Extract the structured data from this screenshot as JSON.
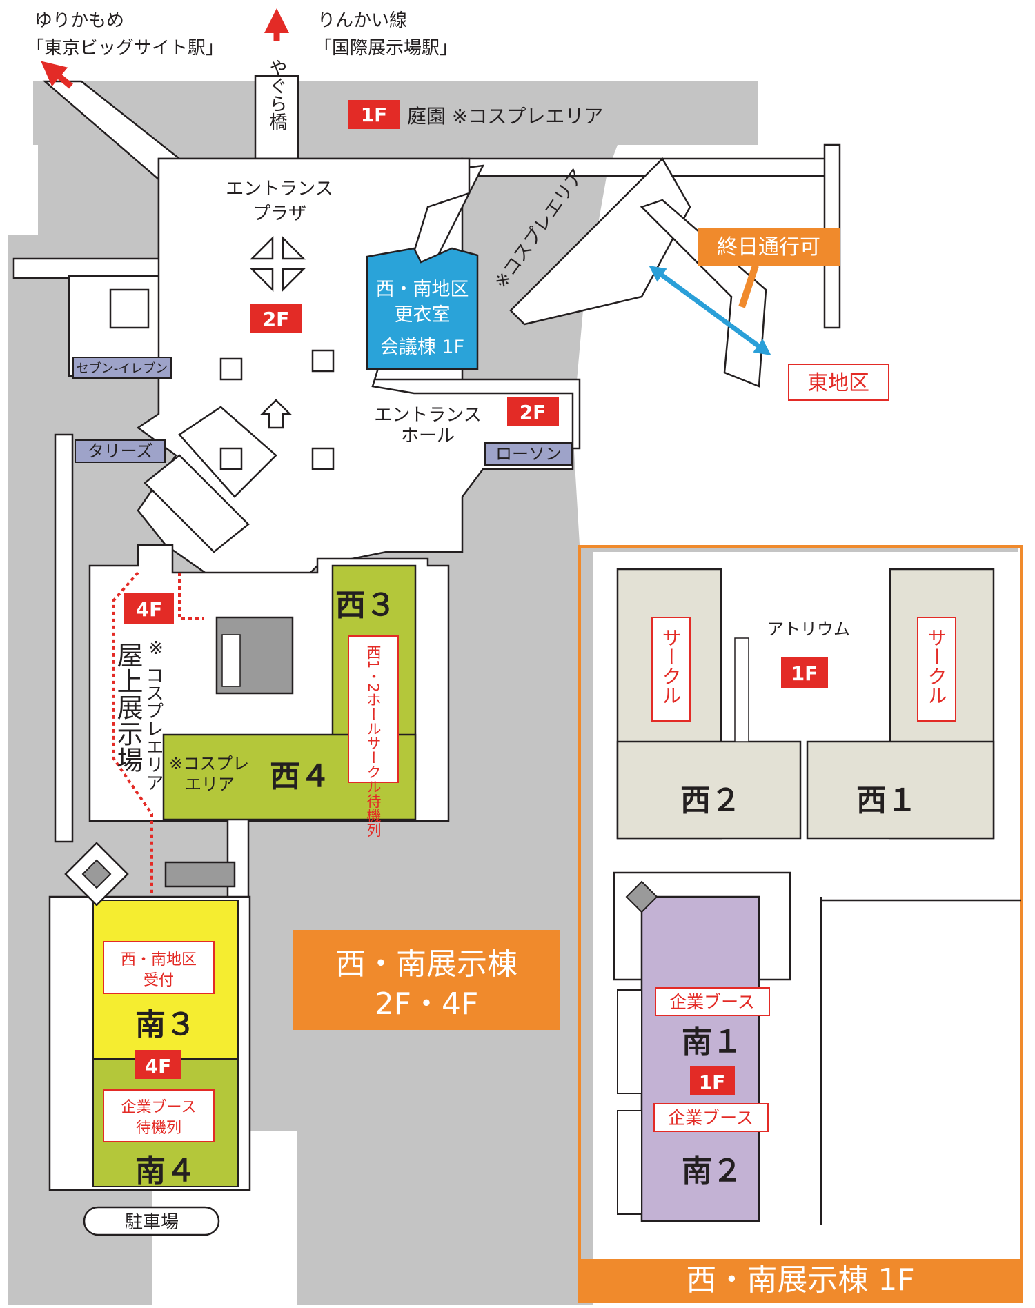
{
  "colors": {
    "outdoor_gray": "#c4c4c4",
    "walkway": "#ffffff",
    "building_outline": "#231f20",
    "floor_badge_red": "#e32b26",
    "meeting_blue": "#2aa3d9",
    "hall_green": "#b4c73a",
    "hall_yellow": "#f5ed30",
    "hall_purple": "#c3b2d4",
    "hall_beige": "#e3e1d5",
    "store_lavender": "#9ea3c9",
    "orange": "#f08a2c",
    "arrow_red": "#e32b26",
    "arrow_blue": "#2a9fd8"
  },
  "top_labels": {
    "yurikamome_line": "ゆりかもめ",
    "yurikamome_station": "「東京ビッグサイト駅」",
    "rinkai_line": "りんかい線",
    "rinkai_station": "「国際展示場駅」",
    "yagura_bridge": "やぐら橋"
  },
  "garden": {
    "floor": "1F",
    "label": "庭園 ※コスプレエリア"
  },
  "plaza": {
    "line1": "エントランス",
    "line2": "プラザ",
    "floor": "2F"
  },
  "cosplay_diagonal": "※コスプレエリア",
  "meeting": {
    "line1": "西・南地区",
    "line2": "更衣室",
    "line3": "会議棟 1F"
  },
  "all_day": "終日通行可",
  "east_area": "東地区",
  "stores": {
    "seven": "セブン-イレブン",
    "tullys": "タリーズ",
    "lawson": "ローソン"
  },
  "hall": {
    "line1": "エントランス",
    "line2": "ホール",
    "floor": "2F"
  },
  "rooftop": {
    "floor": "4F",
    "cos_mark": "※",
    "cos_label": "コスプレエリア",
    "name": "屋上展示場"
  },
  "west3": {
    "name": "西３",
    "queue": "西1・2ホールサークル待機列"
  },
  "west4": {
    "name": "西４",
    "cos1": "※コスプレ",
    "cos2": "エリア"
  },
  "south3": {
    "reception1": "西・南地区",
    "reception2": "受付",
    "name": "南３",
    "floor": "4F"
  },
  "south4": {
    "queue1": "企業ブース",
    "queue2": "待機列",
    "name": "南４"
  },
  "parking": "駐車場",
  "ws_upper": {
    "line1": "西・南展示棟",
    "line2": "2F・4F"
  },
  "ws_lower": {
    "atrium": "アトリウム",
    "atrium_floor": "1F",
    "circle_left": "サークル",
    "circle_right": "サークル",
    "west2": "西２",
    "west1": "西１",
    "corp1": "企業ブース",
    "south1": "南１",
    "floor": "1F",
    "corp2": "企業ブース",
    "south2": "南２",
    "title": "西・南展示棟 1F"
  }
}
